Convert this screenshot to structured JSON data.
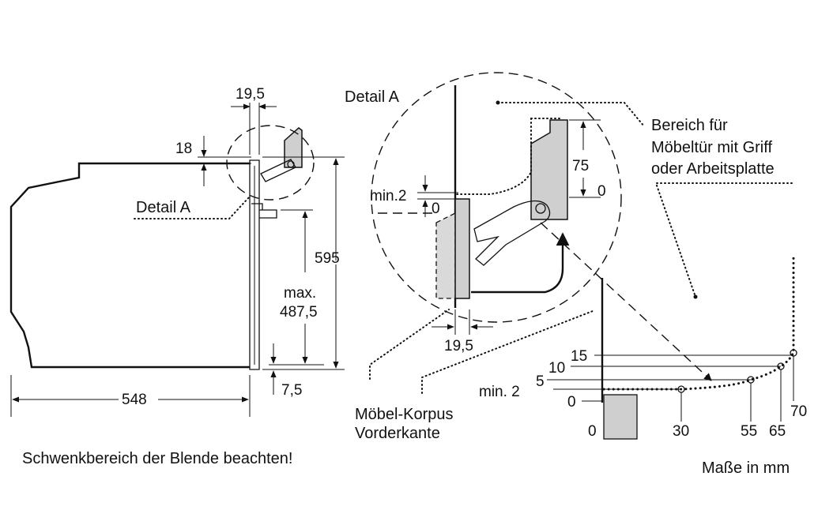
{
  "labels": {
    "detail_a_left": "Detail A",
    "detail_a_right": "Detail A",
    "bereich_line1": "Bereich für",
    "bereich_line2": "Möbeltür mit Griff",
    "bereich_line3": "oder Arbeitsplatte",
    "korpus_line1": "Möbel-Korpus",
    "korpus_line2": "Vorderkante",
    "hint": "Schwenkbereich der Blende beachten!",
    "units": "Maße in mm"
  },
  "dimensions": {
    "d_19_5_top": "19,5",
    "d_18": "18",
    "d_595": "595",
    "d_max": "max.",
    "d_487_5": "487,5",
    "d_7_5": "7,5",
    "d_548": "548",
    "d_min2_detail": "min.2",
    "d_0_detail": "0",
    "d_75": "75",
    "d_0_right": "0",
    "d_19_5_bottom": "19,5"
  },
  "curve_scale": {
    "y_15": "15",
    "y_10": "10",
    "y_5": "5",
    "y_min2": "min. 2",
    "y_0": "0",
    "x_0": "0",
    "x_30": "30",
    "x_55": "55",
    "x_65": "65",
    "x_70": "70"
  }
}
